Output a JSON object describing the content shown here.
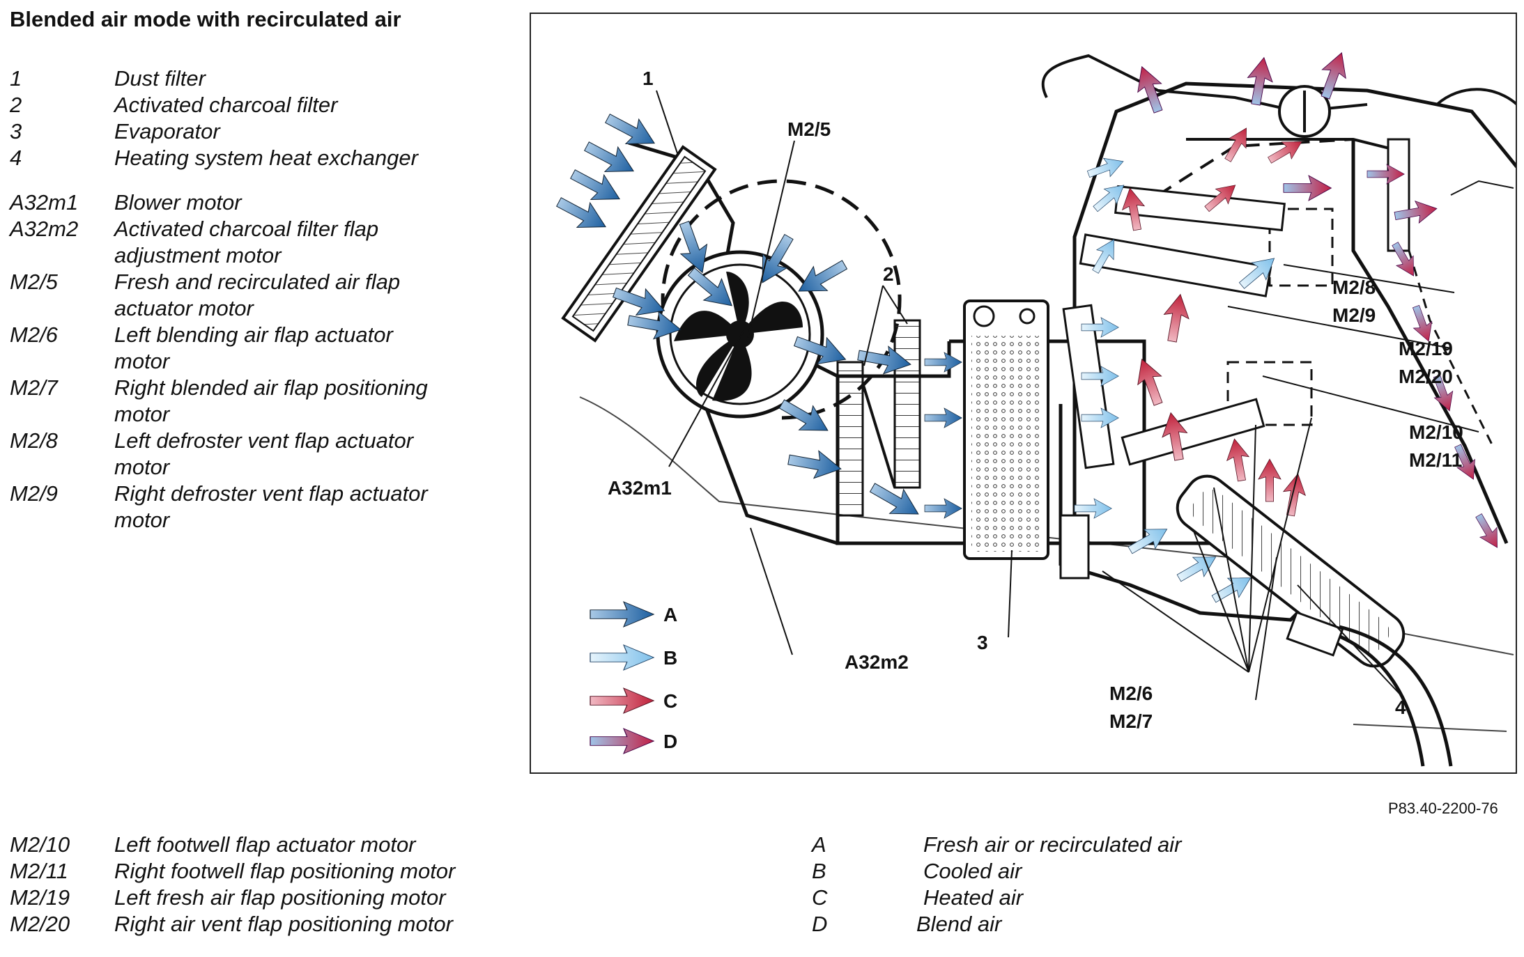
{
  "title": "Blended air mode with recirculated air",
  "legend_top": [
    {
      "code": "1",
      "desc": "Dust filter"
    },
    {
      "code": "2",
      "desc": "Activated charcoal filter"
    },
    {
      "code": "3",
      "desc": "Evaporator"
    },
    {
      "code": "4",
      "desc": "Heating system heat exchanger"
    },
    {
      "code": "A32m1",
      "desc": "Blower motor"
    },
    {
      "code": "A32m2",
      "desc": "Activated charcoal filter flap adjustment motor"
    },
    {
      "code": "M2/5",
      "desc": "Fresh and recirculated air flap actuator motor"
    },
    {
      "code": "M2/6",
      "desc": "Left blending air flap actuator motor"
    },
    {
      "code": "M2/7",
      "desc": "Right blended air flap positioning motor"
    },
    {
      "code": "M2/8",
      "desc": "Left defroster vent flap actuator motor"
    },
    {
      "code": "M2/9",
      "desc": "Right defroster vent flap actuator motor"
    }
  ],
  "legend_bottom": [
    {
      "code": "M2/10",
      "desc": "Left footwell flap actuator motor"
    },
    {
      "code": "M2/11",
      "desc": "Right footwell flap positioning motor"
    },
    {
      "code": "M2/19",
      "desc": "Left fresh air flap positioning motor"
    },
    {
      "code": "M2/20",
      "desc": "Right air vent flap positioning motor"
    }
  ],
  "legend_air": [
    {
      "code": "A",
      "desc": "Fresh air or recirculated air"
    },
    {
      "code": "B",
      "desc": "Cooled air"
    },
    {
      "code": "C",
      "desc": "Heated air"
    },
    {
      "code": "D",
      "desc": "Blend air"
    }
  ],
  "diagram_labels": {
    "l1": "1",
    "l2": "2",
    "l3": "3",
    "l4": "4",
    "m25": "M2/5",
    "a32m1": "A32m1",
    "a32m2": "A32m2",
    "m28": "M2/8",
    "m29": "M2/9",
    "m219": "M2/19",
    "m220": "M2/20",
    "m210": "M2/10",
    "m211": "M2/11",
    "m26": "M2/6",
    "m27": "M2/7",
    "keyA": "A",
    "keyB": "B",
    "keyC": "C",
    "keyD": "D"
  },
  "reference": "P83.40-2200-76",
  "colors": {
    "fresh_air": "#1d5fa0",
    "cooled_air": "#8cc8ee",
    "heated_air": "#c0203a",
    "blend_air": "#b57da6"
  }
}
